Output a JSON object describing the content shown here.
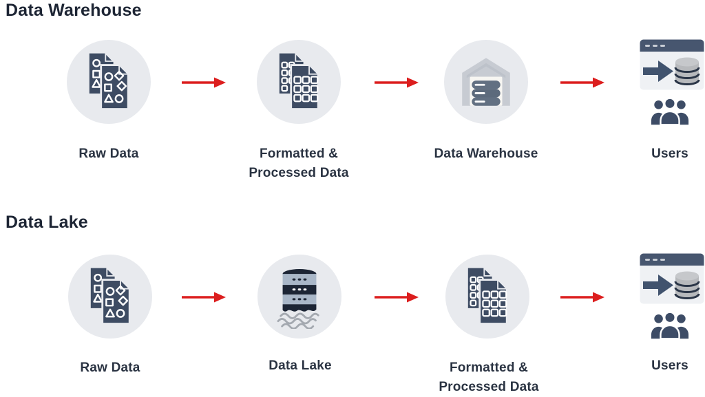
{
  "sections": [
    {
      "title": "Data Warehouse",
      "nodes": [
        {
          "label": "Raw Data",
          "icon": "raw-data-icon"
        },
        {
          "label": "Formatted & Processed Data",
          "icon": "formatted-data-icon"
        },
        {
          "label": "Data Warehouse",
          "icon": "warehouse-icon"
        },
        {
          "label": "Users",
          "icon": "users-icon"
        }
      ]
    },
    {
      "title": "Data Lake",
      "nodes": [
        {
          "label": "Raw Data",
          "icon": "raw-data-icon"
        },
        {
          "label": "Data Lake",
          "icon": "data-lake-icon"
        },
        {
          "label": "Formatted & Processed Data",
          "icon": "formatted-data-icon"
        },
        {
          "label": "Users",
          "icon": "users-icon"
        }
      ]
    }
  ],
  "colors": {
    "title_text": "#1D2534",
    "label_text": "#2A3342",
    "doc_navy": "#3E4C63",
    "dark_navy": "#1C2535",
    "circle_bg": "#E8EAEE",
    "arrow_red": "#DC1E1E",
    "warehouse_body": "#C7CBD2",
    "warehouse_door": "#F7F6F2",
    "warehouse_bar": "#627082",
    "lake_band_light": "#A9B7C8",
    "wave_gray": "#A4A9B0",
    "browser_bar": "#47566F",
    "browser_body": "#EFF1F4",
    "db_gray": "#B7B9BC",
    "people_navy": "#3D4C66"
  }
}
